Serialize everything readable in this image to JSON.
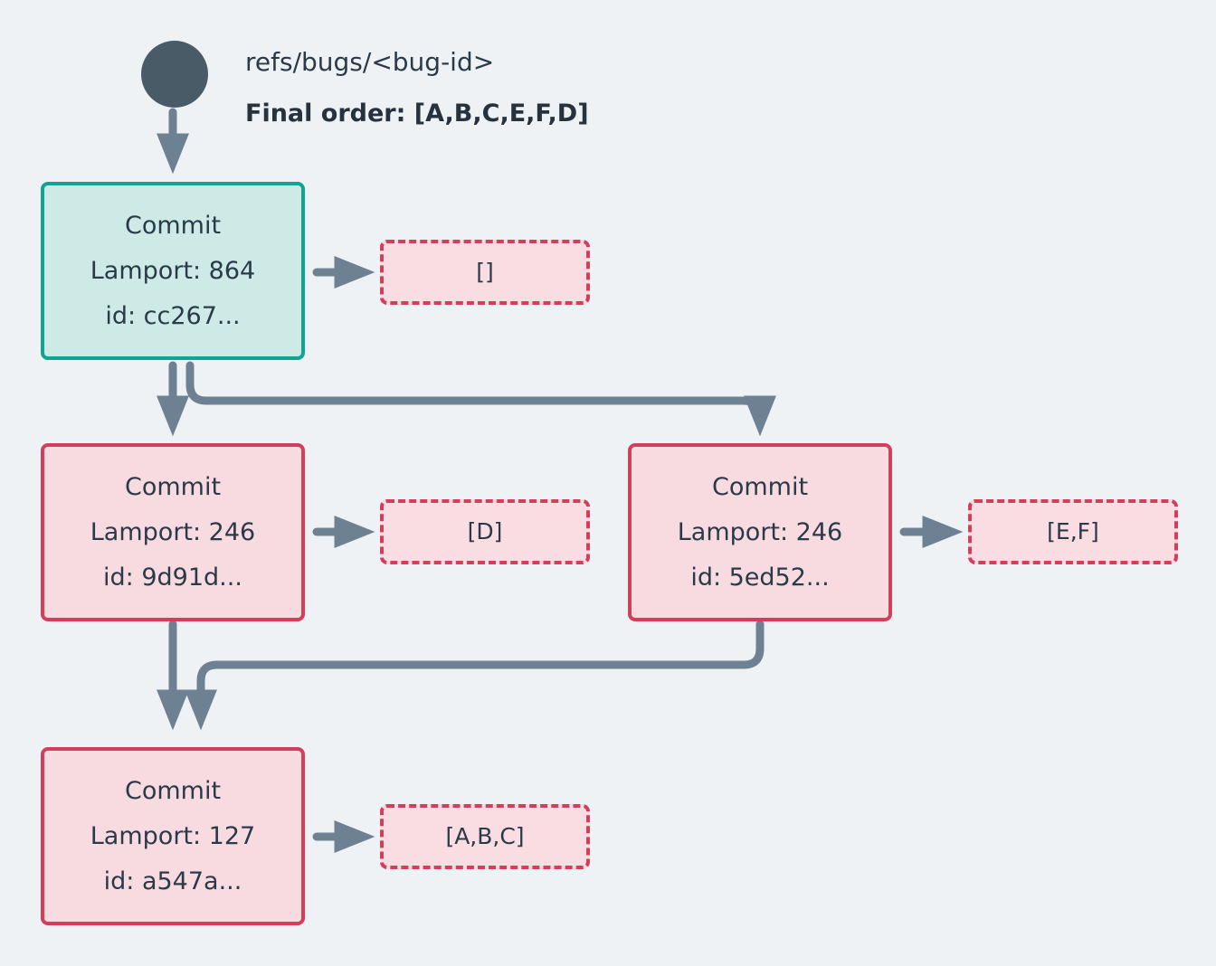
{
  "background_color": "#eef2f5",
  "header": {
    "ref_label": "refs/bugs/<bug-id>",
    "final_order_label": "Final order: [A,B,C,E,F,D]",
    "root_dot_color": "#4a5b68"
  },
  "colors": {
    "teal_fill": "#cdeae7",
    "teal_border": "#0fa592",
    "pink_fill": "#f8dbe0",
    "pink_border": "#d23f5b",
    "payload_fill": "#f9dde2",
    "payload_border": "#d23f5b",
    "edge": "#6e8193",
    "text": "#2b3a48"
  },
  "nodes": {
    "commit_cc267": {
      "title": "Commit",
      "lamport": "Lamport: 864",
      "id": "id: cc267...",
      "style": "teal"
    },
    "commit_9d91d": {
      "title": "Commit",
      "lamport": "Lamport: 246",
      "id": "id: 9d91d...",
      "style": "pink"
    },
    "commit_5ed52": {
      "title": "Commit",
      "lamport": "Lamport: 246",
      "id": "id: 5ed52...",
      "style": "pink"
    },
    "commit_a547a": {
      "title": "Commit",
      "lamport": "Lamport: 127",
      "id": "id: a547a...",
      "style": "pink"
    }
  },
  "payloads": {
    "payload_cc267": "[]",
    "payload_9d91d": "[D]",
    "payload_5ed52": "[E,F]",
    "payload_a547a": "[A,B,C]"
  }
}
